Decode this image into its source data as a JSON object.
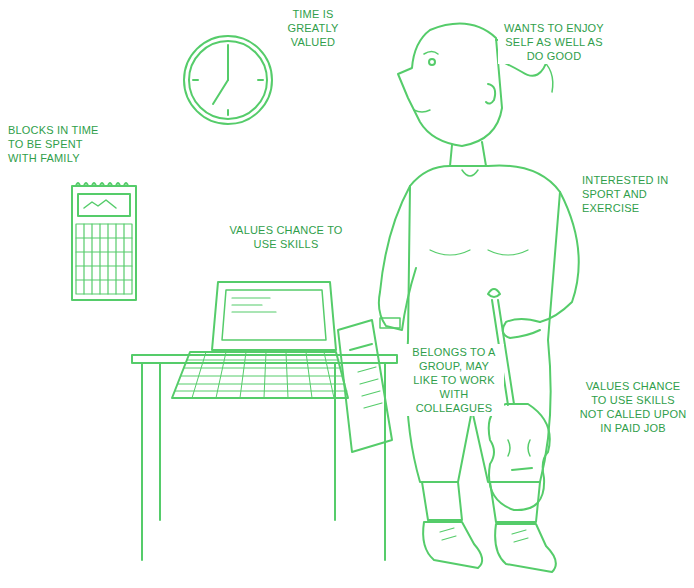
{
  "diagram": {
    "labels": [
      "TIME IS GREATLY VALUED",
      "WANTS TO ENJOY SELF AS WELL AS DO GOOD",
      "BLOCKS IN TIME TO BE SPENT WITH FAMILY",
      "INTERESTED IN SPORT AND EXERCISE",
      "VALUES CHANCE TO USE SKILLS",
      "BELONGS TO A GROUP, MAY LIKE TO WORK WITH COLLEAGUES",
      "VALUES CHANCE TO USE SKILLS NOT CALLED UPON IN PAID JOB"
    ]
  }
}
